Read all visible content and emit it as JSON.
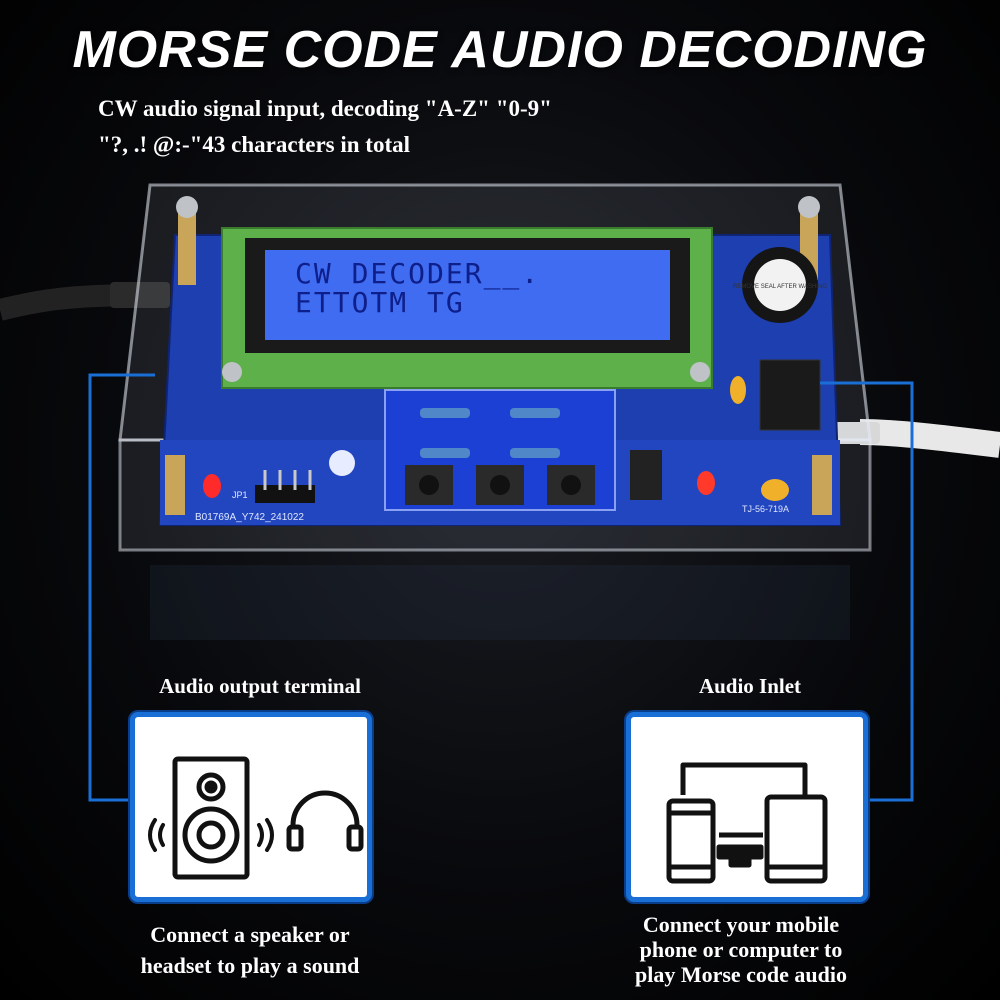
{
  "header": {
    "title": "MORSE CODE AUDIO DECODING",
    "subtitle_line1": "CW audio signal input, decoding \"A-Z\" \"0-9\"",
    "subtitle_line2": "\"?, .! @:-\"43 characters in total"
  },
  "lcd": {
    "line1": "CW DECODER__.",
    "line2": "ETTOTM TG"
  },
  "board": {
    "pcb_label": "B01769A_Y742_241022",
    "pcb_label_right": "TJ-56-719A",
    "jumper_label": "JP1",
    "buzzer_label": "REMOVE SEAL AFTER WASHING"
  },
  "left_panel": {
    "label": "Audio output terminal",
    "caption_line1": "Connect a speaker or",
    "caption_line2": "headset to play a sound",
    "icons": [
      "speaker-icon",
      "headphones-icon"
    ]
  },
  "right_panel": {
    "label": "Audio Inlet",
    "caption_line1": "Connect your mobile",
    "caption_line2": "phone or computer to",
    "caption_line3": "play Morse code audio",
    "icons": [
      "phone-icon",
      "monitor-icon",
      "tablet-icon"
    ]
  },
  "colors": {
    "accent_blue": "#1a6fd6",
    "lcd_background": "#3f6cf0",
    "pcb_blue": "#1d3fb0"
  }
}
